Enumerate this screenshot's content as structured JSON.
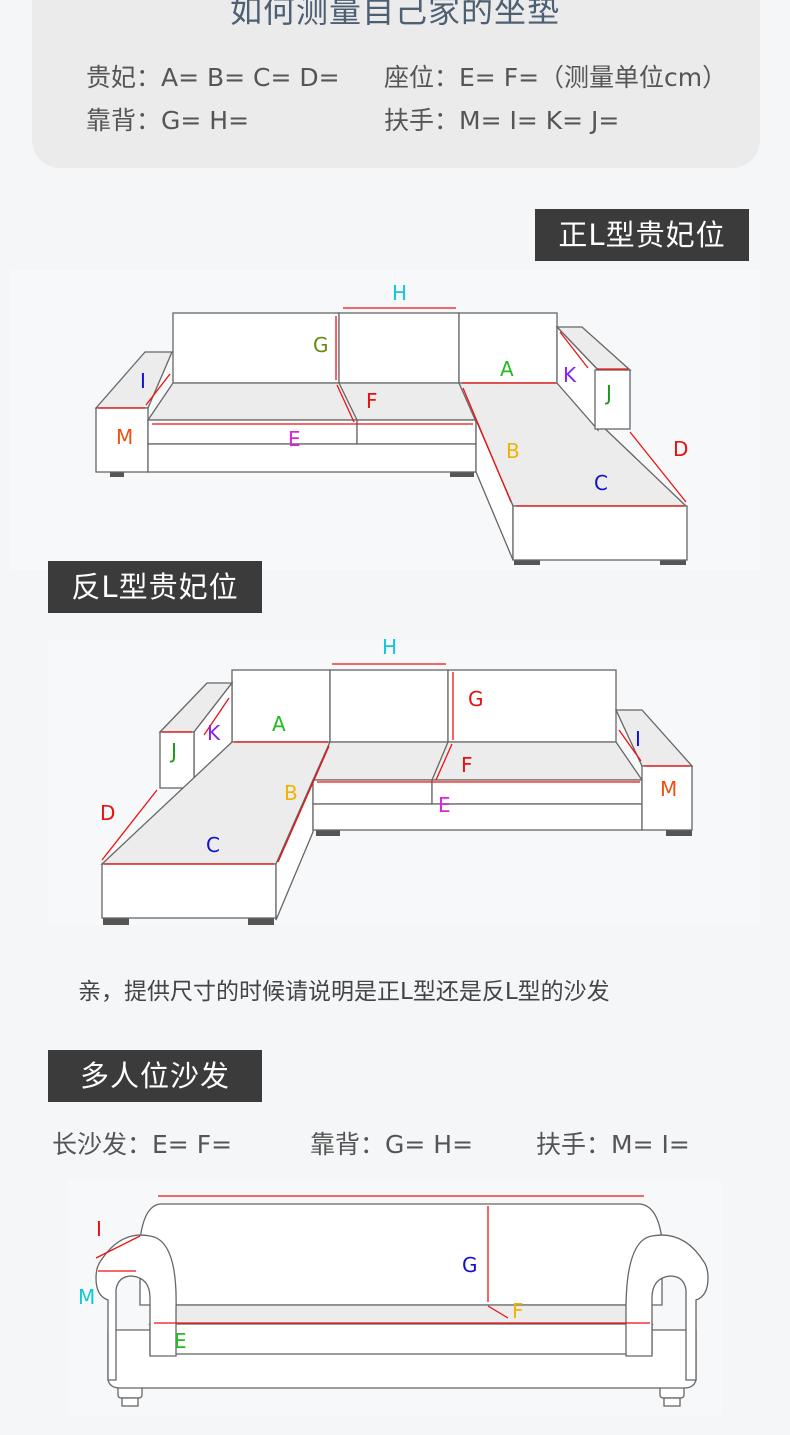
{
  "header": {
    "title": "如何测量自己家的坐垫",
    "guifei": "贵妃：A=  B=  C=  D=",
    "seat": "座位：E=  F=（测量单位cm）",
    "back": "靠背：G=  H=",
    "armrest": "扶手：M=  I=  K=  J="
  },
  "sections": {
    "right_l": "正L型贵妃位",
    "left_l": "反L型贵妃位",
    "multi": "多人位沙发"
  },
  "note": "亲，提供尺寸的时候请说明是正L型还是反L型的沙发",
  "multi_labels": {
    "long_sofa": "长沙发：E=  F=",
    "back": "靠背：G=  H=",
    "armrest": "扶手：M=  I="
  },
  "letters": {
    "A": "A",
    "B": "B",
    "C": "C",
    "D": "D",
    "E": "E",
    "F": "F",
    "G": "G",
    "H": "H",
    "I": "I",
    "J": "J",
    "K": "K",
    "M": "M"
  },
  "colors": {
    "A": "#22bb22",
    "B": "#f0b400",
    "C": "#1111cc",
    "D": "#e81010",
    "E": "#dd22dd",
    "F": "#e81010",
    "G": "#6a8a10",
    "G_alt": "#e81010",
    "G_multi": "#1111cc",
    "H": "#10c8d8",
    "I": "#1111cc",
    "J": "#189a18",
    "K": "#8822ee",
    "M": "#f05010",
    "M_multi": "#10c8d8",
    "E_multi": "#22bb22",
    "F_multi": "#f0b400",
    "I_multi": "#e81010"
  }
}
